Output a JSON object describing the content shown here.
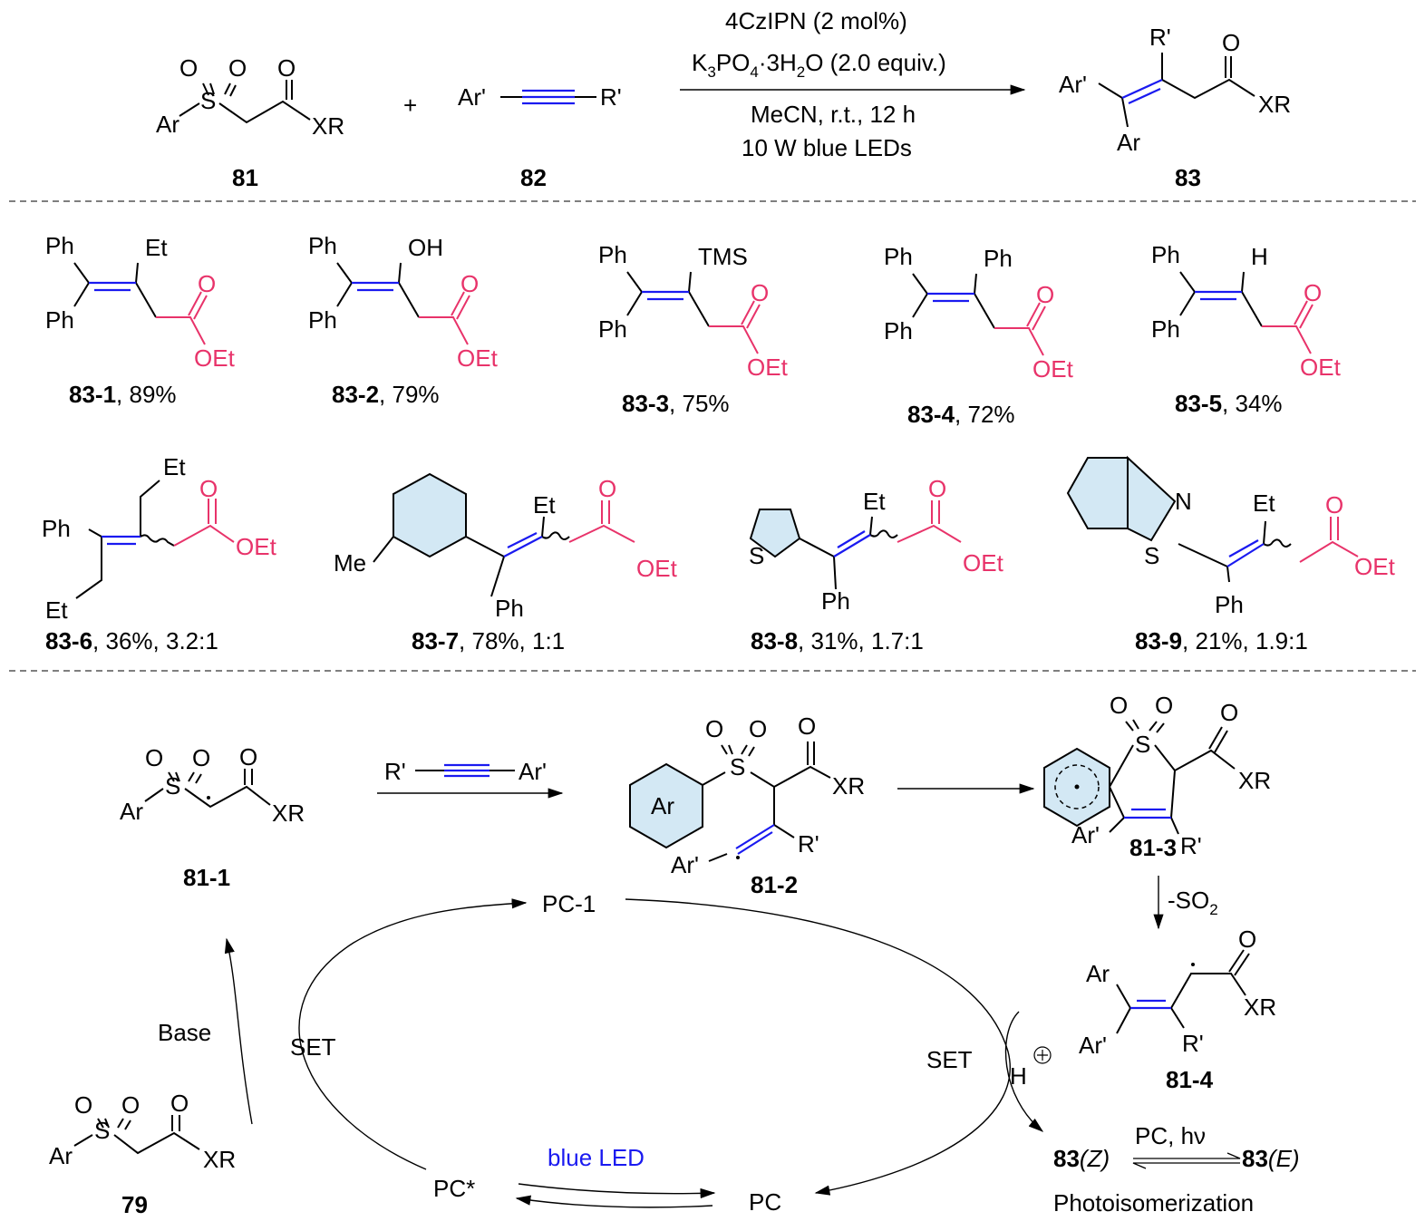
{
  "scheme": {
    "reactants": {
      "r81": {
        "label": "81",
        "ar": "Ar",
        "xr": "XR",
        "o": "O"
      },
      "r82": {
        "label": "82",
        "ar": "Ar'",
        "r": "R'"
      },
      "plus": "+"
    },
    "conditions": {
      "line1": "4CzIPN (2 mol%)",
      "line2_parts": [
        "K",
        "3",
        "PO",
        "4",
        "·3H",
        "2",
        "O (2.0 equiv.)"
      ],
      "line3": "MeCN, r.t., 12 h",
      "line4": "10 W blue LEDs"
    },
    "product": {
      "label": "83",
      "ar1": "Ar'",
      "ar2": "Ar",
      "r": "R'",
      "xr": "XR",
      "o": "O"
    }
  },
  "examples": [
    {
      "id": "83-1",
      "caption_rest": ", 89%",
      "subs": [
        "Ph",
        "Ph",
        "Et"
      ]
    },
    {
      "id": "83-2",
      "caption_rest": ", 79%",
      "subs": [
        "Ph",
        "Ph",
        "OH"
      ]
    },
    {
      "id": "83-3",
      "caption_rest": ", 75%",
      "subs": [
        "Ph",
        "Ph",
        "TMS"
      ]
    },
    {
      "id": "83-4",
      "caption_rest": ", 72%",
      "subs": [
        "Ph",
        "Ph",
        "Ph"
      ]
    },
    {
      "id": "83-5",
      "caption_rest": ", 34%",
      "subs": [
        "Ph",
        "Ph",
        "H"
      ]
    },
    {
      "id": "83-6",
      "caption_rest": ", 36%, 3.2:1",
      "subs": [
        "Ph",
        "Et",
        "Et"
      ]
    },
    {
      "id": "83-7",
      "caption_rest": ", 78%, 1:1",
      "subs": [
        "Me",
        "Ph",
        "Et"
      ]
    },
    {
      "id": "83-8",
      "caption_rest": ", 31%, 1.7:1",
      "subs": [
        "S",
        "Ph",
        "Et"
      ]
    },
    {
      "id": "83-9",
      "caption_rest": ", 21%, 1.9:1",
      "subs": [
        "N",
        "S",
        "Ph",
        "Et"
      ]
    }
  ],
  "ester": {
    "o": "O",
    "oet": "OEt"
  },
  "mechanism": {
    "i811": {
      "label": "81-1",
      "ar": "Ar",
      "xr": "XR"
    },
    "alkyne": {
      "left": "R'",
      "right": "Ar'"
    },
    "i812": {
      "label": "81-2",
      "ar": "Ar",
      "xr": "XR",
      "r": "R'",
      "ar2": "Ar'"
    },
    "i813": {
      "label": "81-3",
      "ar": "Ar'",
      "r": "R'",
      "xr": "XR",
      "s": "S"
    },
    "so2_loss": "-SO",
    "so2_sub": "2",
    "i814": {
      "label": "81-4",
      "ar": "Ar",
      "ar2": "Ar'",
      "r": "R'",
      "xr": "XR"
    },
    "sm79": {
      "label": "79",
      "ar": "Ar",
      "xr": "XR"
    },
    "pc1": "PC-1",
    "pc": "PC",
    "pcstar": "PC*",
    "blue_led": "blue LED",
    "base": "Base",
    "set_left": "SET",
    "set_right": "SET",
    "proton": "H",
    "iso": {
      "z_num": "83",
      "z_lbl": "(Z)",
      "e_num": "83",
      "e_lbl": "(E)",
      "cond": "PC, hν",
      "title": "Photoisomerization"
    }
  }
}
